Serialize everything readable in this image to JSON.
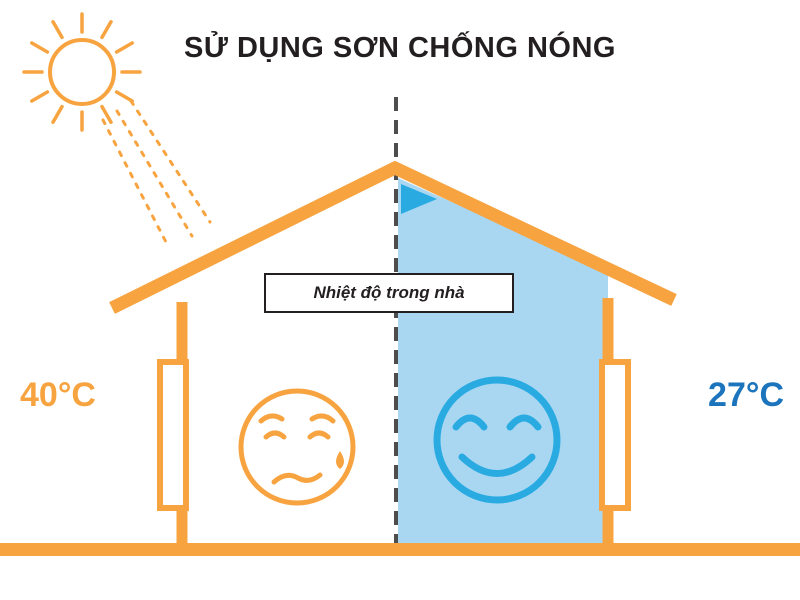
{
  "title": "SỬ DỤNG SƠN CHỐNG NÓNG",
  "house": {
    "label_box": "Nhiệt độ trong nhà",
    "left": {
      "temperature": "40°C",
      "mood": "sad"
    },
    "right": {
      "temperature": "27°C",
      "mood": "happy"
    }
  },
  "icons": {
    "sun": "sun-icon",
    "sad_face": "sad-face-icon",
    "happy_face": "happy-face-icon"
  },
  "colors": {
    "orange": "#F7A440",
    "light_blue_fill": "#A9D7F2",
    "blue_accent": "#29ABE2",
    "blue_text": "#1C75BC",
    "text_dark": "#231F20"
  }
}
